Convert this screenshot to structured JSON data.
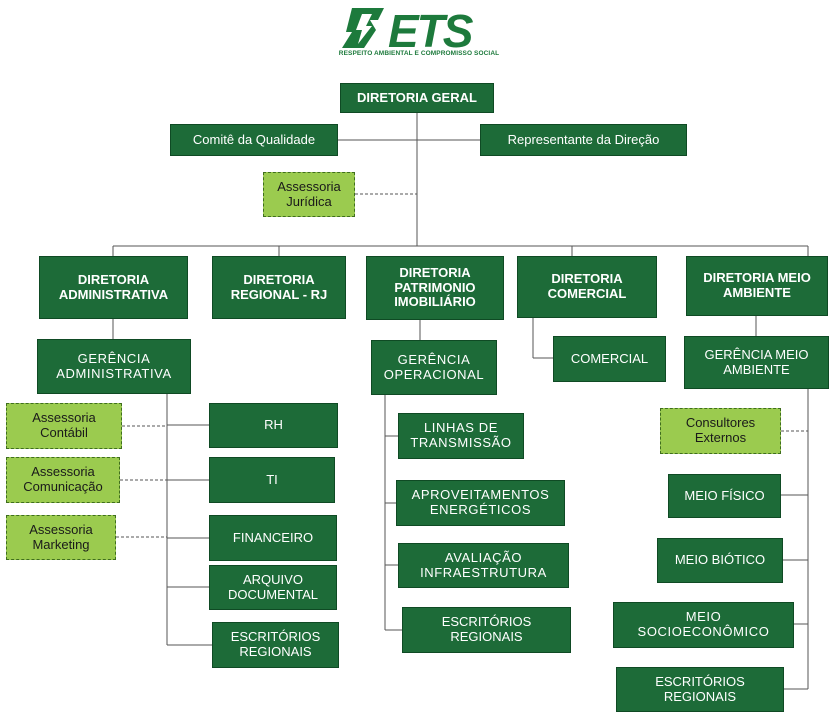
{
  "logo": {
    "name": "ETS",
    "tagline": "RESPEITO AMBIENTAL E COMPROMISSO SOCIAL",
    "color": "#1d7a3c"
  },
  "colors": {
    "dark_box": "#1d6b38",
    "light_box": "#9bcb4f",
    "line": "#555555"
  },
  "nodes": {
    "diretoria_geral": "DIRETORIA GERAL",
    "comite": "Comitê da Qualidade",
    "representante": "Representante da Direção",
    "juridica": "Assessoria\nJurídica",
    "dir_adm": "DIRETORIA\nADMINISTRATIVA",
    "dir_rj": "DIRETORIA\nREGIONAL - RJ",
    "dir_pat": "DIRETORIA\nPATRIMONIO\nIMOBILIÁRIO",
    "dir_com": "DIRETORIA\nCOMERCIAL",
    "dir_meio": "DIRETORIA  MEIO\nAMBIENTE",
    "ger_adm": "GERÊNCIA\nADMINISTRATIVA",
    "ger_op": "GERÊNCIA\nOPERACIONAL",
    "comercial": "COMERCIAL",
    "ger_meio": "GERÊNCIA MEIO\nAMBIENTE",
    "contabil": "Assessoria\nContábil",
    "comunicacao": "Assessoria\nComunicação",
    "marketing": "Assessoria\nMarketing",
    "rh": "RH",
    "ti": "TI",
    "financeiro": "FINANCEIRO",
    "arquivo": "ARQUIVO\nDOCUMENTAL",
    "esc_adm": "ESCRITÓRIOS\nREGIONAIS",
    "linhas": "LINHAS DE\nTRANSMISSÃO",
    "aproveit": "APROVEITAMENTOS\nENERGÉTICOS",
    "avaliacao": "AVALIAÇÃO\nINFRAESTRUTURA",
    "esc_op": "ESCRITÓRIOS\nREGIONAIS",
    "consultores": "Consultores\nExternos",
    "fisico": "MEIO FÍSICO",
    "biotico": "MEIO BIÓTICO",
    "socio": "MEIO\nSOCIOECONÔMICO",
    "esc_meio": "ESCRITÓRIOS\nREGIONAIS"
  }
}
